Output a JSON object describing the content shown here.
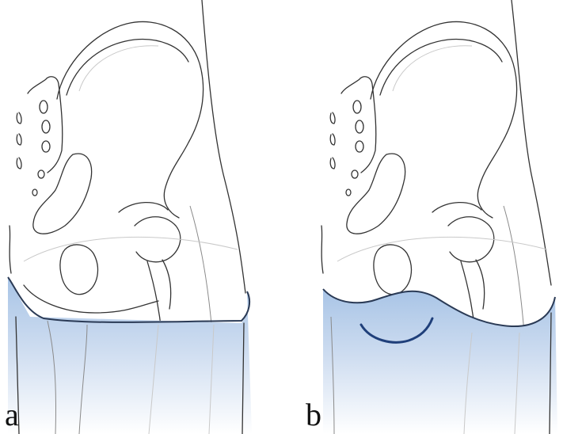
{
  "panels": [
    {
      "id": "a",
      "label": "a"
    },
    {
      "id": "b",
      "label": "b"
    }
  ],
  "colors": {
    "outline": "#333333",
    "water_top": "#b4cdea",
    "water_bottom": "#ffffff",
    "deep_contour": "#1f3f7a"
  }
}
